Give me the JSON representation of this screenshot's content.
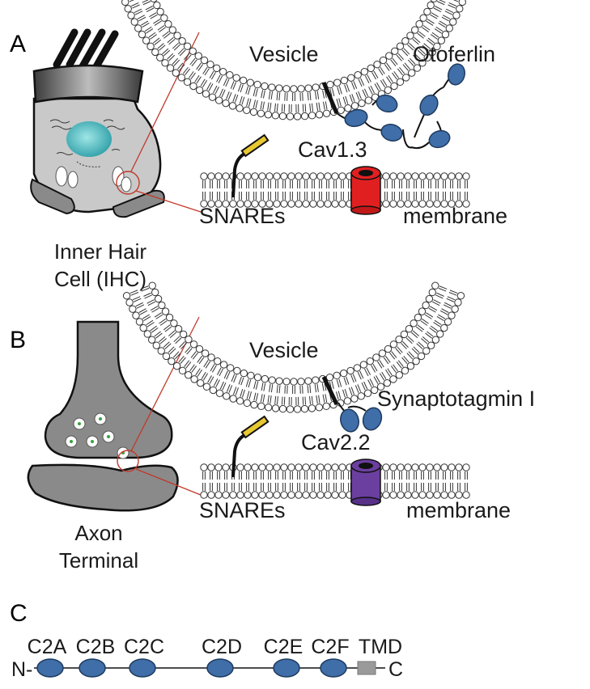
{
  "panelA": {
    "letter": "A",
    "cell_label_line1": "Inner Hair",
    "cell_label_line2": "Cell (IHC)",
    "vesicle": "Vesicle",
    "calcium_sensor": "Otoferlin",
    "channel": "Cav1.3",
    "snares": "SNAREs",
    "membrane": "membrane"
  },
  "panelB": {
    "letter": "B",
    "cell_label_line1": "Axon",
    "cell_label_line2": "Terminal",
    "vesicle": "Vesicle",
    "calcium_sensor": "Synaptotagmin I",
    "channel": "Cav2.2",
    "snares": "SNAREs",
    "membrane": "membrane"
  },
  "panelC": {
    "letter": "C",
    "n_terminus": "N-",
    "c_terminus": "C",
    "domains": [
      "C2A",
      "C2B",
      "C2C",
      "C2D",
      "C2E",
      "C2F",
      "TMD"
    ]
  },
  "colors": {
    "c2_domain": "#3f6ea8",
    "cav13": "#e02020",
    "cav22": "#6b3fa0",
    "cell_gray": "#8a8a8a",
    "nucleus": "#4fc0c0",
    "zoom_line": "#c0392b",
    "snare_accent": "#e8c832"
  }
}
